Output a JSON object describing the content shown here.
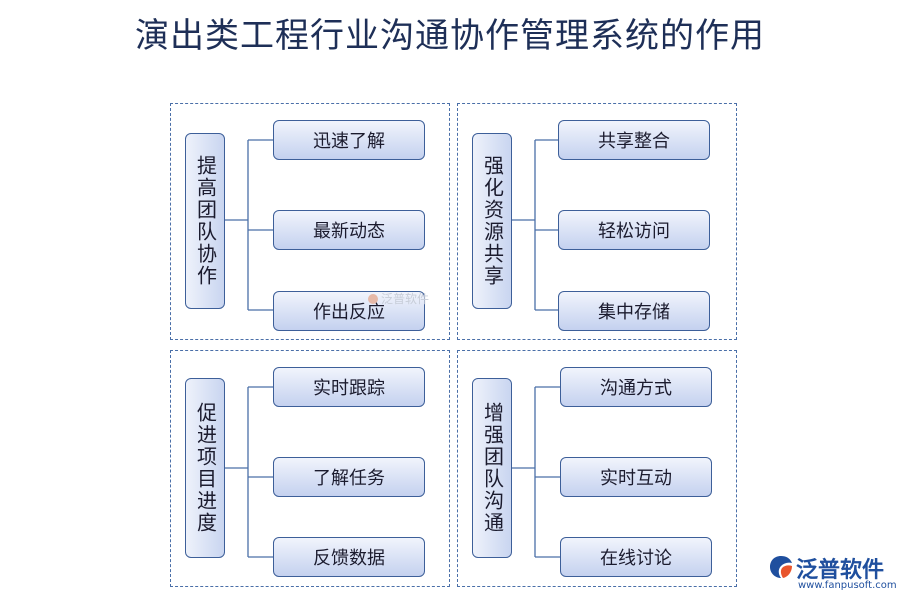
{
  "title": "演出类工程行业沟通协作管理系统的作用",
  "panels": [
    {
      "category": "提高团队协作",
      "items": [
        "迅速了解",
        "最新动态",
        "作出反应"
      ]
    },
    {
      "category": "强化资源共享",
      "items": [
        "共享整合",
        "轻松访问",
        "集中存储"
      ]
    },
    {
      "category": "促进项目进度",
      "items": [
        "实时跟踪",
        "了解任务",
        "反馈数据"
      ]
    },
    {
      "category": "增强团队沟通",
      "items": [
        "沟通方式",
        "实时互动",
        "在线讨论"
      ]
    }
  ],
  "watermark": "泛普软件",
  "logo": {
    "name": "泛普软件",
    "url": "www.fanpusoft.com"
  },
  "colors": {
    "title": "#1e2f57",
    "border": "#3d5f99",
    "fill": "#c9d5f0",
    "logo": "#1f4f9e"
  }
}
